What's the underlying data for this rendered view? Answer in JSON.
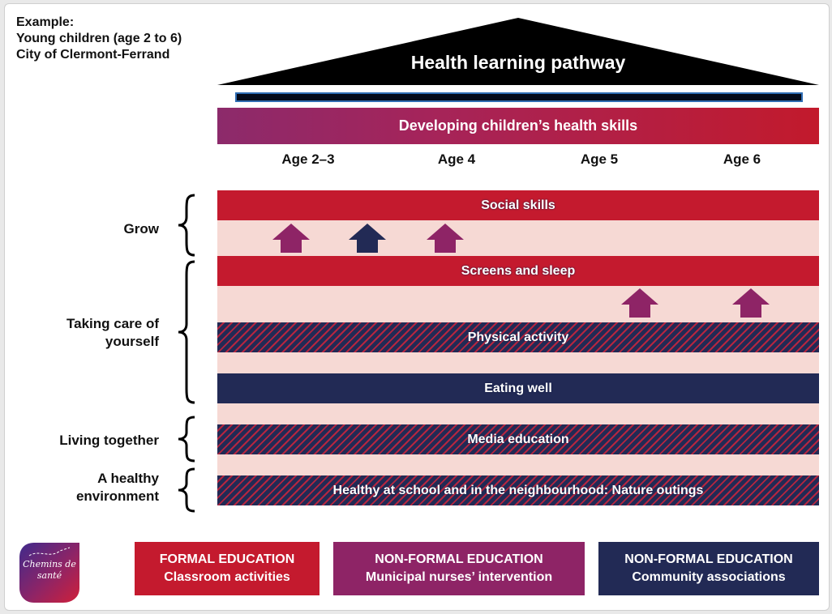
{
  "example": {
    "line1": "Example:",
    "line2": "Young children (age 2 to 6)",
    "line3": "City of Clermont-Ferrand"
  },
  "roof_title": "Health learning pathway",
  "header_band": "Developing children’s health skills",
  "ages": [
    "Age 2–3",
    "Age 4",
    "Age 5",
    "Age 6"
  ],
  "categories": {
    "grow": "Grow",
    "care_line1": "Taking care of",
    "care_line2": "yourself",
    "living": "Living together",
    "env_line1": "A healthy",
    "env_line2": "environment"
  },
  "bands": {
    "social_skills": "Social skills",
    "screens_sleep": "Screens and sleep",
    "physical_activity": "Physical activity",
    "eating_well": "Eating well",
    "media_education": "Media education",
    "healthy_school": "Healthy at school and in the neighbourhood: Nature outings"
  },
  "legend": {
    "formal_title": "FORMAL EDUCATION",
    "formal_sub": "Classroom activities",
    "nonformal_nurses_title": "NON-FORMAL EDUCATION",
    "nonformal_nurses_sub": "Municipal nurses’ intervention",
    "nonformal_assoc_title": "NON-FORMAL EDUCATION",
    "nonformal_assoc_sub": "Community associations"
  },
  "logo": {
    "line1": "Chemins de",
    "line2": "santé"
  },
  "colors": {
    "formal": "#c41a2e",
    "nurses": "#8e2466",
    "associations": "#222a55",
    "lane": "#f6d9d4"
  }
}
